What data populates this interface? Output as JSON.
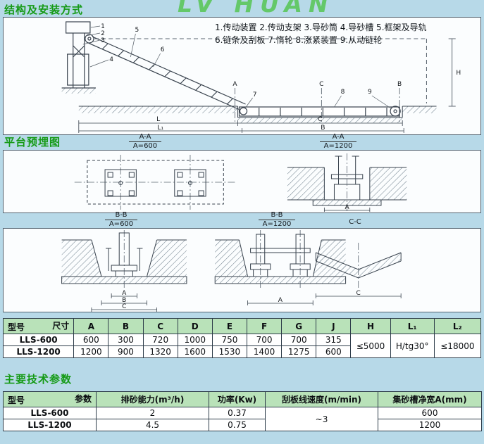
{
  "page": {
    "watermark": "LV HUAN"
  },
  "sections": {
    "structure_title": "结构及安装方式",
    "platform_title": "平台预埋图",
    "params_title": "主要技术参数"
  },
  "legend": {
    "line1": "1.传动装置  2.传动支架  3.导砂筒  4.导砂槽  5.框架及导轨",
    "line2": "6.链条及刮板 7.惰轮 8.涨紧装置 9.从动链轮"
  },
  "diagram_labels": {
    "n1": "1",
    "n2": "2",
    "n3": "3",
    "n4": "4",
    "n5": "5",
    "n6": "6",
    "n7": "7",
    "n8": "8",
    "n9": "9",
    "dim_L": "L",
    "dim_L1": "L₁",
    "dim_B": "B",
    "dim_C": "C",
    "dim_H": "H",
    "cut_A": "A",
    "cut_B": "B",
    "cut_C": "C"
  },
  "section_views": {
    "aa600_top": "A-A",
    "aa600_bottom": "A=600",
    "aa1200_top": "A-A",
    "aa1200_bottom": "A=1200",
    "bb600_top": "B-B",
    "bb600_bottom": "A=600",
    "bb1200_top": "B-B",
    "bb1200_bottom": "A=1200",
    "cc": "C-C",
    "dim_a": "A",
    "dim_b": "B",
    "dim_c": "C"
  },
  "dim_table": {
    "corner_top": "尺寸",
    "corner_bottom": "型号",
    "headers": [
      "A",
      "B",
      "C",
      "D",
      "E",
      "F",
      "G",
      "J",
      "H",
      "L₁",
      "L₂"
    ],
    "rows": [
      {
        "model": "LLS-600",
        "A": "600",
        "B": "300",
        "C": "720",
        "D": "1000",
        "E": "750",
        "F": "700",
        "G": "700",
        "J": "315"
      },
      {
        "model": "LLS-1200",
        "A": "1200",
        "B": "900",
        "C": "1320",
        "D": "1600",
        "E": "1530",
        "F": "1400",
        "G": "1275",
        "J": "600"
      }
    ],
    "H_merged": "≤5000",
    "L1_merged": "H/tg30°",
    "L2_merged": "≤18000"
  },
  "param_table": {
    "corner_top": "参数",
    "corner_bottom": "型号",
    "headers": [
      "排砂能力(m³/h)",
      "功率(Kw)",
      "刮板线速度(m/min)",
      "集砂槽净宽A(mm)"
    ],
    "rows": [
      {
        "model": "LLS-600",
        "capacity": "2",
        "power": "0.37",
        "trough_width": "600"
      },
      {
        "model": "LLS-1200",
        "capacity": "4.5",
        "power": "0.75",
        "trough_width": "1200"
      }
    ],
    "speed_merged": "~3"
  }
}
